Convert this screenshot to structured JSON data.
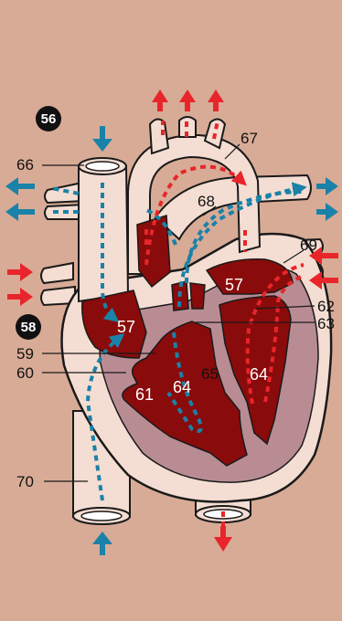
{
  "colors": {
    "background": "#d8ab96",
    "vessel_fill": "#f4ddd2",
    "outline": "#1a1a1a",
    "chamber_dark": "#8a0b0b",
    "myocardium": "#b98c94",
    "oxygenated_arrow": "#e8252a",
    "deoxygenated_arrow": "#1a82a8",
    "badge": "#111111"
  },
  "badges": {
    "top": "56",
    "left": "58"
  },
  "labels": {
    "l66": "66",
    "l67": "67",
    "l68": "68",
    "l69": "69",
    "l59": "59",
    "l60": "60",
    "l62": "62",
    "l63": "63",
    "l65": "65",
    "l70": "70",
    "in57_left": "57",
    "in57_right": "57",
    "in61": "61",
    "in64_left": "64",
    "in64_right": "64"
  }
}
